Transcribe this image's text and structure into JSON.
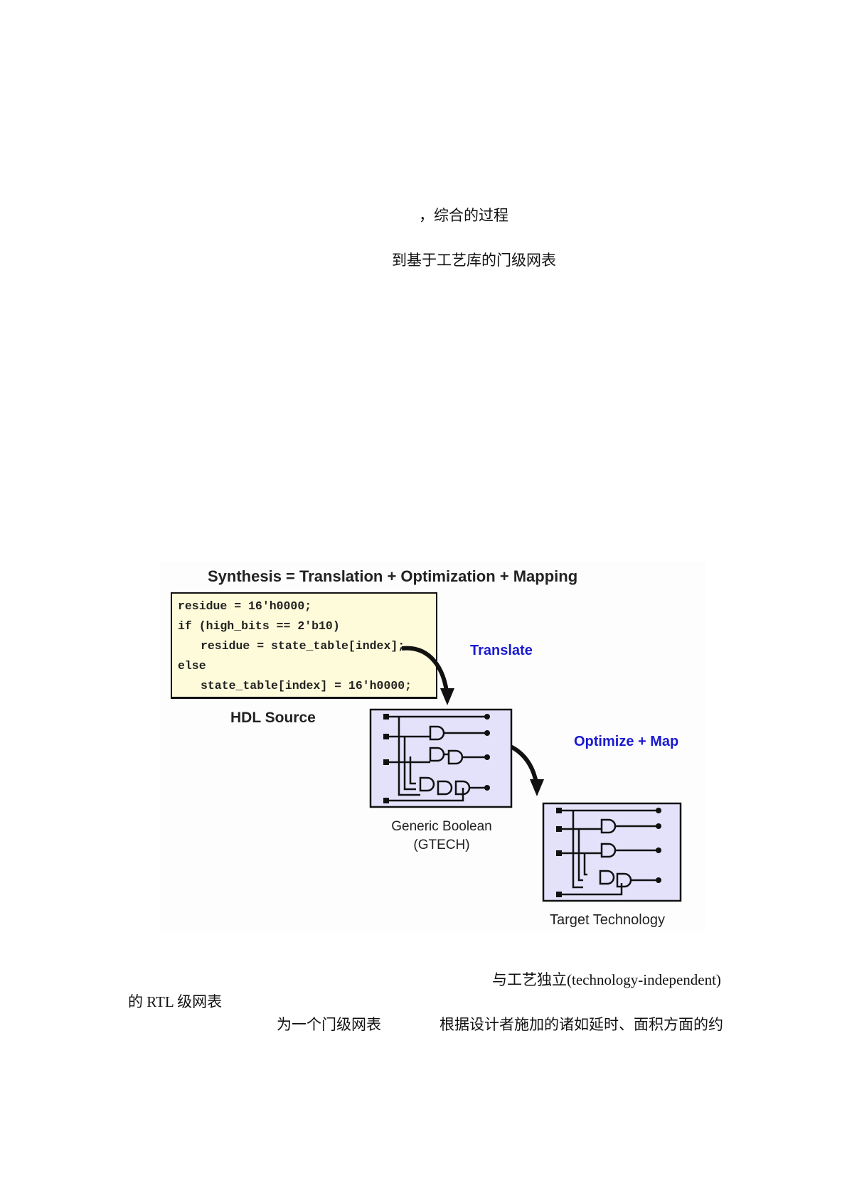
{
  "text_fragments": {
    "line1": "，综合的过程",
    "line2": "到基于工艺库的门级网表",
    "line3": "与工艺独立(technology-independent)",
    "line4": "的 RTL 级网表",
    "line5a": "为一个门级网表",
    "line5b": "根据设计者施加的诸如延时、面积方面的约"
  },
  "figure": {
    "title": "Synthesis =   Translation + Optimization  + Mapping",
    "code_lines": [
      "residue = 16'h0000;",
      "if (high_bits == 2'b10)",
      "residue = state_table[index];",
      "else",
      "state_table[index] = 16'h0000;"
    ],
    "hdl_label": "HDL Source",
    "translate_label": "Translate",
    "optimize_label": "Optimize + Map",
    "gtech_label_1": "Generic Boolean",
    "gtech_label_2": "(GTECH)",
    "target_label": "Target Technology",
    "accent_color": "#1a1ad0",
    "code_bg": "#fdfbda",
    "netlist_bg": "#e4e2fb"
  }
}
